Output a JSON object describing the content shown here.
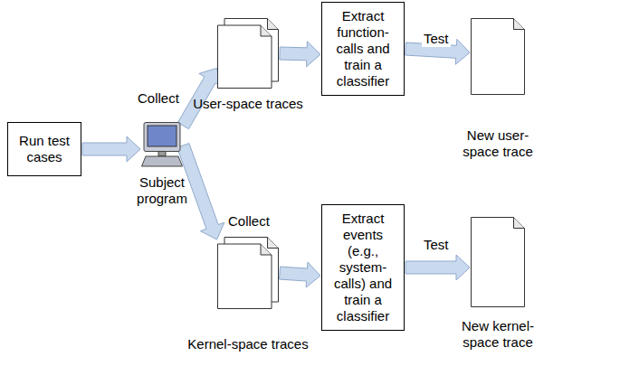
{
  "diagram": {
    "nodes": [
      {
        "text": [
          "Run test cases"
        ]
      },
      {
        "text": [
          "Subject program"
        ]
      },
      {
        "text": [
          "User-space traces"
        ]
      },
      {
        "text": [
          "Extract function-calls and train a classifier"
        ]
      },
      {
        "text": [
          "New user-space trace"
        ]
      },
      {
        "text": [
          "Kernel-space traces"
        ]
      },
      {
        "text": [
          "Extract events (e.g., system-calls) and train a classifier"
        ]
      },
      {
        "text": [
          "New kernel-space trace"
        ]
      }
    ],
    "edges": [
      {
        "from": 0,
        "to": 1,
        "arrow": "to"
      },
      {
        "from": 1,
        "to": 2,
        "label": "Collect",
        "arrow": "to"
      },
      {
        "from": 2,
        "to": 3,
        "arrow": "to"
      },
      {
        "from": 3,
        "to": 4,
        "label": "Test",
        "arrow": "to"
      },
      {
        "from": 1,
        "to": 5,
        "label": "Collect",
        "arrow": "to"
      },
      {
        "from": 5,
        "to": 6,
        "arrow": "to"
      },
      {
        "from": 6,
        "to": 7,
        "label": "Test",
        "arrow": "to"
      }
    ]
  }
}
